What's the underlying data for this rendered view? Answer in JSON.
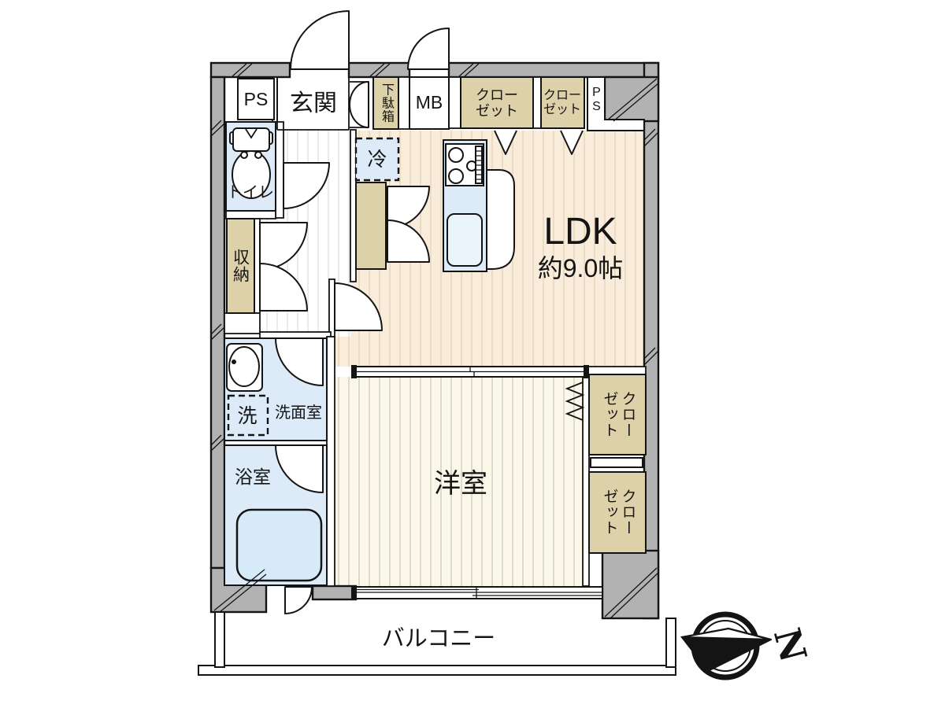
{
  "labels": {
    "ps_left": "PS",
    "entrance": "玄関",
    "shoe_cabinet": "下駄箱",
    "meter_box": "MB",
    "closet_line1": "クロー",
    "closet_line2": "ゼット",
    "ps_right": "PS",
    "fridge": "冷",
    "toilet": "トイレ",
    "storage": "収納",
    "ldk_name": "LDK",
    "ldk_size": "約9.0帖",
    "washer": "洗",
    "washroom": "洗面室",
    "bathroom": "浴室",
    "western_room": "洋室",
    "balcony": "バルコニー"
  },
  "compass": {
    "north_label": "N"
  },
  "colors": {
    "wall": "#b2b2b2",
    "line": "#141414",
    "tan": "#ddd1a9",
    "blue": "#dcebf7",
    "tubblue": "#d7eaf7",
    "ldkfloor": "#f9ecda",
    "roomfloor": "#fbf8e9"
  }
}
